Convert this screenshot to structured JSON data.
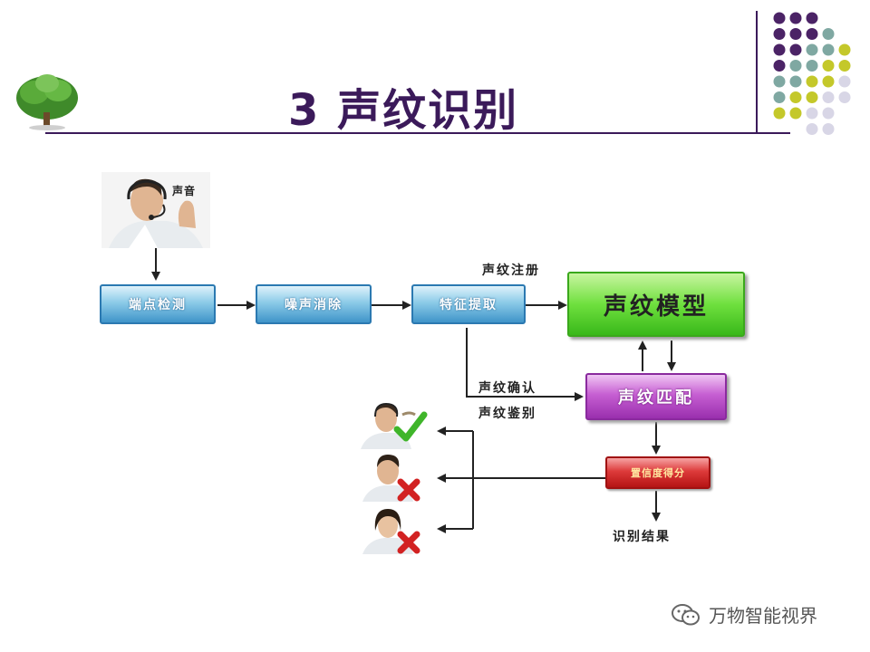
{
  "slide": {
    "title": "3 声纹识别"
  },
  "diagram": {
    "input_label": "声音",
    "steps": {
      "endpoint": "端点检测",
      "denoise": "噪声消除",
      "feature": "特征提取",
      "model": "声纹模型",
      "match": "声纹匹配",
      "score": "置信度得分"
    },
    "edge_labels": {
      "register": "声纹注册",
      "confirm": "声纹确认",
      "identify": "声纹鉴别",
      "result": "识别结果"
    }
  },
  "watermark": {
    "text": "万物智能视界",
    "icon": "wechat-icon"
  },
  "colors": {
    "title": "#3b1a5a",
    "blue_box": "#3f94c9",
    "green_box": "#6fe03e",
    "purple_box": "#c65fd2",
    "red_box": "#dd3a3a",
    "dot_purple": "#4b2366",
    "dot_teal": "#7fa8a2",
    "dot_yellow": "#c4c82a",
    "dot_lavender": "#d8d6e6"
  }
}
